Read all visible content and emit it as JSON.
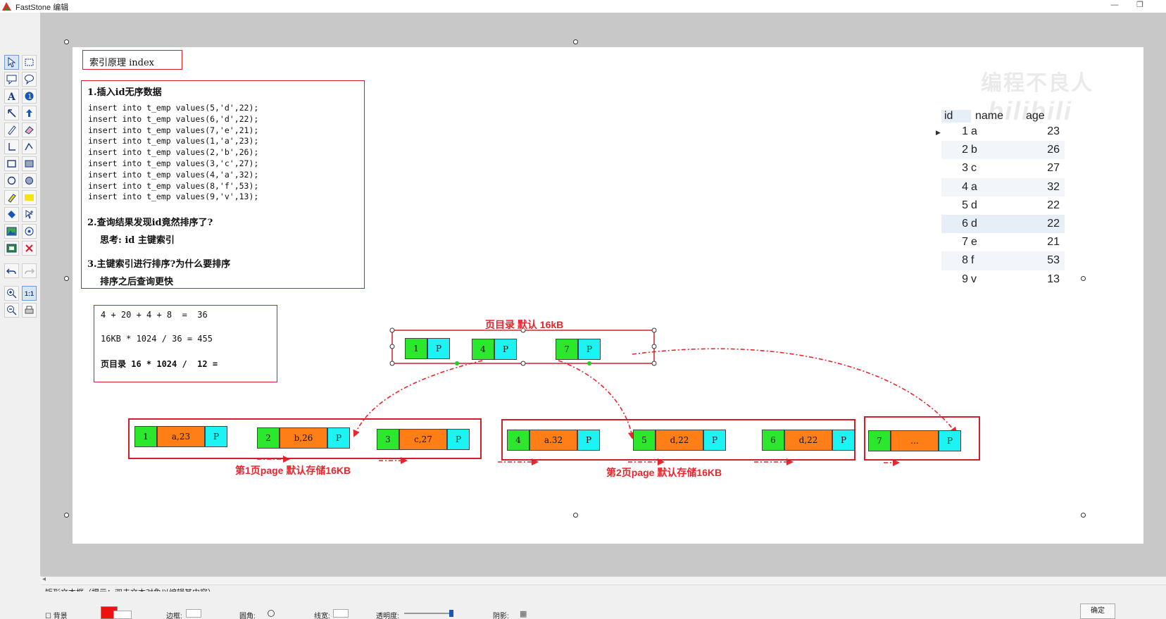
{
  "window": {
    "title": "FastStone 编辑",
    "restore_glyph": "❐",
    "minimize_glyph": "—"
  },
  "watermark": {
    "text": "编程不良人",
    "brand": "bilibili"
  },
  "title_box": {
    "text": "索引原理 index"
  },
  "notes": {
    "step1_title": "1.插入id无序数据",
    "inserts": [
      "insert into t_emp values(5,'d',22);",
      "insert into t_emp values(6,'d',22);",
      "insert into t_emp values(7,'e',21);",
      "insert into t_emp values(1,'a',23);",
      "insert into t_emp values(2,'b',26);",
      "insert into t_emp values(3,'c',27);",
      "insert into t_emp values(4,'a',32);",
      "insert into t_emp values(8,'f',53);",
      "insert into t_emp values(9,'v',13);"
    ],
    "step2_title": "2.查询结果发现id竟然排序了?",
    "step2_sub": "思考: id 主键索引",
    "step3_title": "3.主键索引进行排序?为什么要排序",
    "step3_sub": "排序之后查询更快"
  },
  "calc": {
    "line1": "4 + 20 + 4 + 8  =  36",
    "line2": "16KB * 1024 / 36 = 455",
    "line3": "页目录 16 * 1024 /  12 ="
  },
  "table": {
    "columns": [
      "id",
      "name",
      "age"
    ],
    "rows": [
      [
        "1",
        "a",
        "23"
      ],
      [
        "2",
        "b",
        "26"
      ],
      [
        "3",
        "c",
        "27"
      ],
      [
        "4",
        "a",
        "32"
      ],
      [
        "5",
        "d",
        "22"
      ],
      [
        "6",
        "d",
        "22"
      ],
      [
        "7",
        "e",
        "21"
      ],
      [
        "8",
        "f",
        "53"
      ],
      [
        "9",
        "v",
        "13"
      ]
    ]
  },
  "directory": {
    "caption": "页目录 默认 16kB",
    "entries": [
      {
        "key": "1",
        "ptr": "P"
      },
      {
        "key": "4",
        "ptr": "P"
      },
      {
        "key": "7",
        "ptr": "P"
      }
    ]
  },
  "pages": {
    "page1_caption": "第1页page 默认存储16KB",
    "page2_caption": "第2页page 默认存储16KB",
    "records": [
      {
        "id": "1",
        "data": "a,23",
        "ptr": "P"
      },
      {
        "id": "2",
        "data": "b,26",
        "ptr": "P"
      },
      {
        "id": "3",
        "data": "c,27",
        "ptr": "P"
      },
      {
        "id": "4",
        "data": "a.32",
        "ptr": "P"
      },
      {
        "id": "5",
        "data": "d,22",
        "ptr": "P"
      },
      {
        "id": "6",
        "data": "d,22",
        "ptr": "P"
      },
      {
        "id": "7",
        "data": "...",
        "ptr": "P"
      }
    ]
  },
  "statusbar": {
    "hint": "矩形文本框（提示：双击文本对象以编辑其内容）",
    "bg_label": "背景",
    "border_label": "边框:",
    "round_label": "圆角:",
    "line_label": "线宽:",
    "opacity_label": "透明度:",
    "shadow_label": "阴影:",
    "ok_label": "确定"
  },
  "colors": {
    "accent_red": "#d01f2b",
    "node_green": "#2ce82c",
    "node_orange": "#ff7f16",
    "node_cyan": "#1ef3f3",
    "arrow_red": "#e8262d"
  }
}
